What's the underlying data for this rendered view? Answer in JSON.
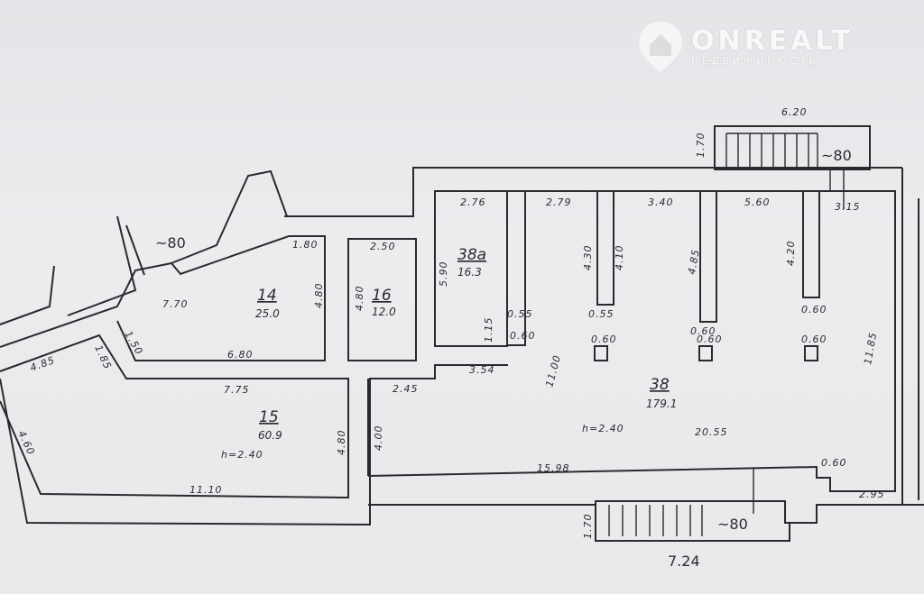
{
  "logo": {
    "name": "ONREALT",
    "subtitle": "НЕДВИЖИМОСТЬ",
    "icon": "house-pin-icon"
  },
  "rooms": [
    {
      "number": "14",
      "area": "25.0"
    },
    {
      "number": "15",
      "area": "60.9"
    },
    {
      "number": "16",
      "area": "12.0"
    },
    {
      "number": "38a",
      "area": "16.3"
    },
    {
      "number": "38",
      "area": "179.1"
    }
  ],
  "dimensions": {
    "d_180": "1.80",
    "d_250": "2.50",
    "d_276": "2.76",
    "d_279": "2.79",
    "d_340": "3.40",
    "d_560": "5.60",
    "d_315": "3.15",
    "d_620": "6.20",
    "d_170_top": "1.70",
    "d_590": "5.90",
    "d_480_a": "4.80",
    "d_480_b": "4.80",
    "d_480_c": "4.80",
    "d_400": "4.00",
    "d_770": "7.70",
    "d_150": "1.50",
    "d_680": "6.80",
    "d_775": "7.75",
    "d_185": "1.85",
    "d_485": "4.85",
    "d_460": "4.60",
    "d_1110": "11.10",
    "d_h15": "h=2.40",
    "d_245": "2.45",
    "d_354": "3.54",
    "d_1100": "11.00",
    "d_h38": "h=2.40",
    "d_2055": "20.55",
    "d_1598": "15.98",
    "d_1185": "11.85",
    "d_295": "2.95",
    "d_060_a": "0.60",
    "d_055_a": "0.55",
    "d_055_b": "0.55",
    "d_060_b": "0.60",
    "d_060_c": "0.60",
    "d_060_d": "0.60",
    "d_060_e": "0.60",
    "d_060_f": "0.60",
    "d_060_g": "0.60",
    "d_430": "4.30",
    "d_410": "4.10",
    "d_485b": "4.85",
    "d_420": "4.20",
    "d_170_bot": "1.70",
    "d_724": "7.24",
    "d_115": "1.15"
  },
  "elevations": {
    "e1": "~80",
    "e2": "~80",
    "e3": "~80"
  }
}
